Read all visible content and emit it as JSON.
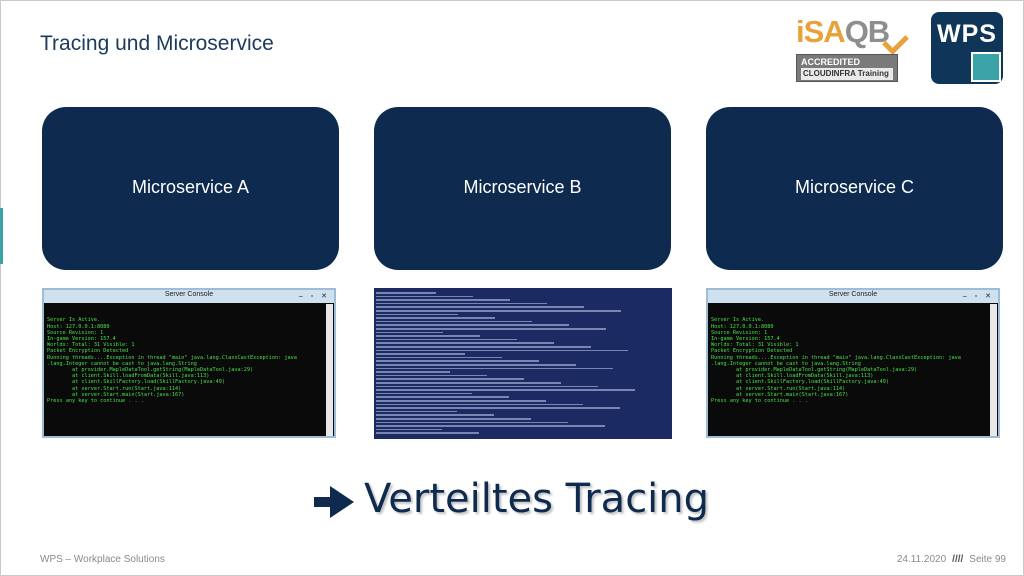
{
  "slide": {
    "title": "Tracing und Microservice",
    "headline": "Verteiltes Tracing"
  },
  "logos": {
    "isaqb_word_a": "iSA",
    "isaqb_word_b": "QB",
    "isaqb_accredited": "ACCREDITED",
    "isaqb_training": "CLOUDINFRA Training",
    "wps": "WPS"
  },
  "services": [
    {
      "label": "Microservice A"
    },
    {
      "label": "Microservice B"
    },
    {
      "label": "Microservice C"
    }
  ],
  "console": {
    "title": "Server Console",
    "window_controls": "– ▫ ✕",
    "lines": [
      "Server Is Active.",
      "Host: 127.0.0.1:8080",
      "Source Revision: 1",
      "In-game Version: 157.4",
      "Worlds: Total: 31 Visible: 1",
      "Packet Encryption Detected",
      "Running threads....Exception in thread \"main\" java.lang.ClassCastException: java",
      ".lang.Integer cannot be cast to java.lang.String",
      "        at provider.MapleDataTool.getString(MapleDataTool.java:29)",
      "        at client.Skill.loadFromData(Skill.java:113)",
      "        at client.SkillFactory.load(SkillFactory.java:49)",
      "        at server.Start.run(Start.java:114)",
      "        at server.Start.main(Start.java:167)",
      "Press any key to continue . . ."
    ]
  },
  "colors": {
    "service_fill": "#0e2a4f",
    "accent_teal": "#3aa3a8",
    "isaqb_orange": "#e8a23a",
    "console_text": "#49e24a"
  },
  "arrow_icon": "right-arrow-icon",
  "footer": {
    "company": "WPS – Workplace Solutions",
    "date": "24.11.2020",
    "separator": "////",
    "page": "Seite 99"
  }
}
